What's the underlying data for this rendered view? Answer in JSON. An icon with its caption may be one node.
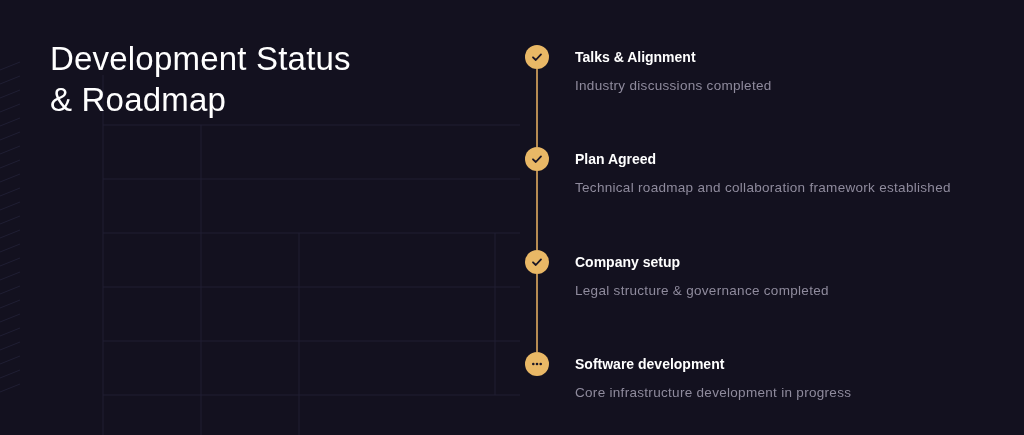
{
  "diagram": {
    "title": "Development Status & Roadmap",
    "nodes": [
      {
        "text": [],
        "shape": "circle",
        "beside": [
          "Talks & Alignment",
          "Industry discussions completed"
        ]
      },
      {
        "text": [],
        "shape": "circle",
        "beside": [
          "Plan Agreed",
          "Technical roadmap and collaboration framework established"
        ]
      },
      {
        "text": [],
        "shape": "circle",
        "beside": [
          "Company setup",
          "Legal structure & governance completed"
        ]
      },
      {
        "text": [],
        "shape": "circle",
        "beside": [
          "Software development",
          "Core infrastructure development in progress"
        ]
      }
    ],
    "edges": [
      {
        "from": 0,
        "to": 1,
        "arrow": "none"
      },
      {
        "from": 1,
        "to": 2,
        "arrow": "none"
      },
      {
        "from": 2,
        "to": 3,
        "arrow": "none"
      }
    ]
  }
}
